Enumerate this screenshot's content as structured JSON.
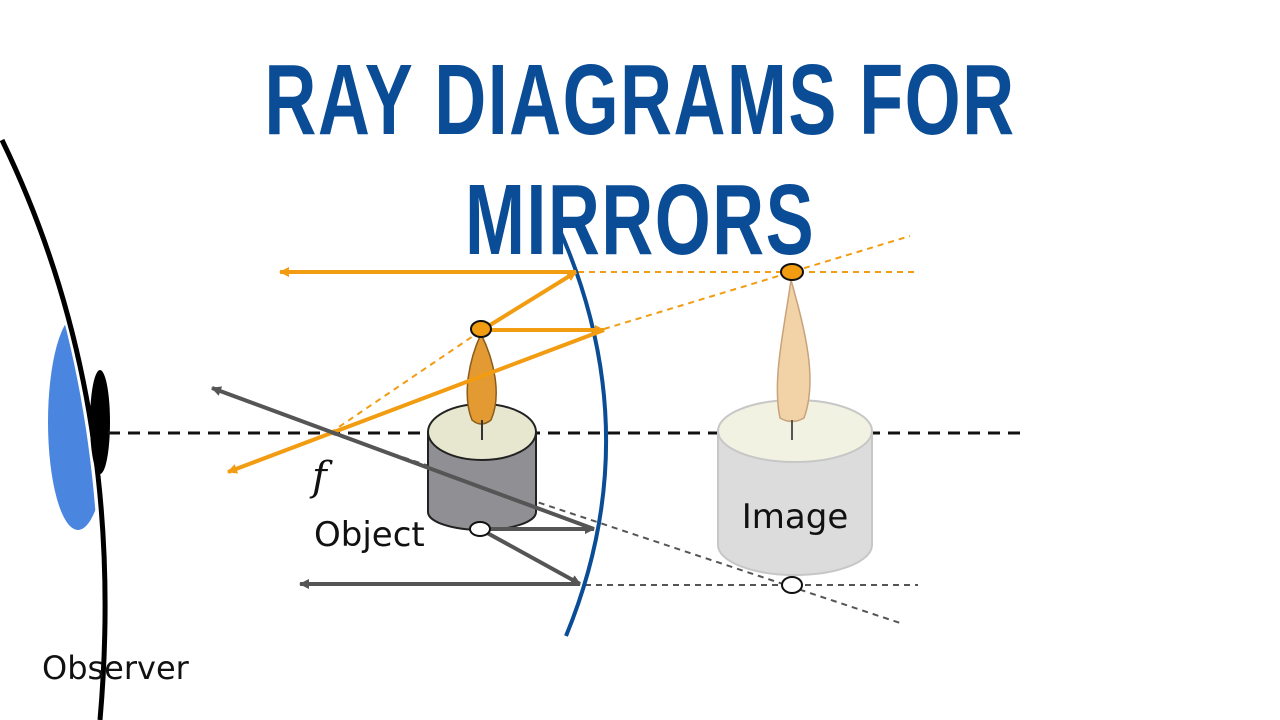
{
  "title": "RAY DIAGRAMS FOR MIRRORS",
  "labels": {
    "focal": "f",
    "object": "Object",
    "image": "Image",
    "observer": "Observer"
  },
  "colors": {
    "title": "#0a4d96",
    "mirror": "#0a4d96",
    "ray_orange": "#f29c11",
    "ray_gray": "#555555",
    "axis": "#111111",
    "eye_iris": "#4a86e0",
    "object_flame": "#e39a33",
    "image_flame": "#f2d3a8",
    "object_candle": "#8f8f94",
    "image_candle": "#dcdcdc"
  }
}
